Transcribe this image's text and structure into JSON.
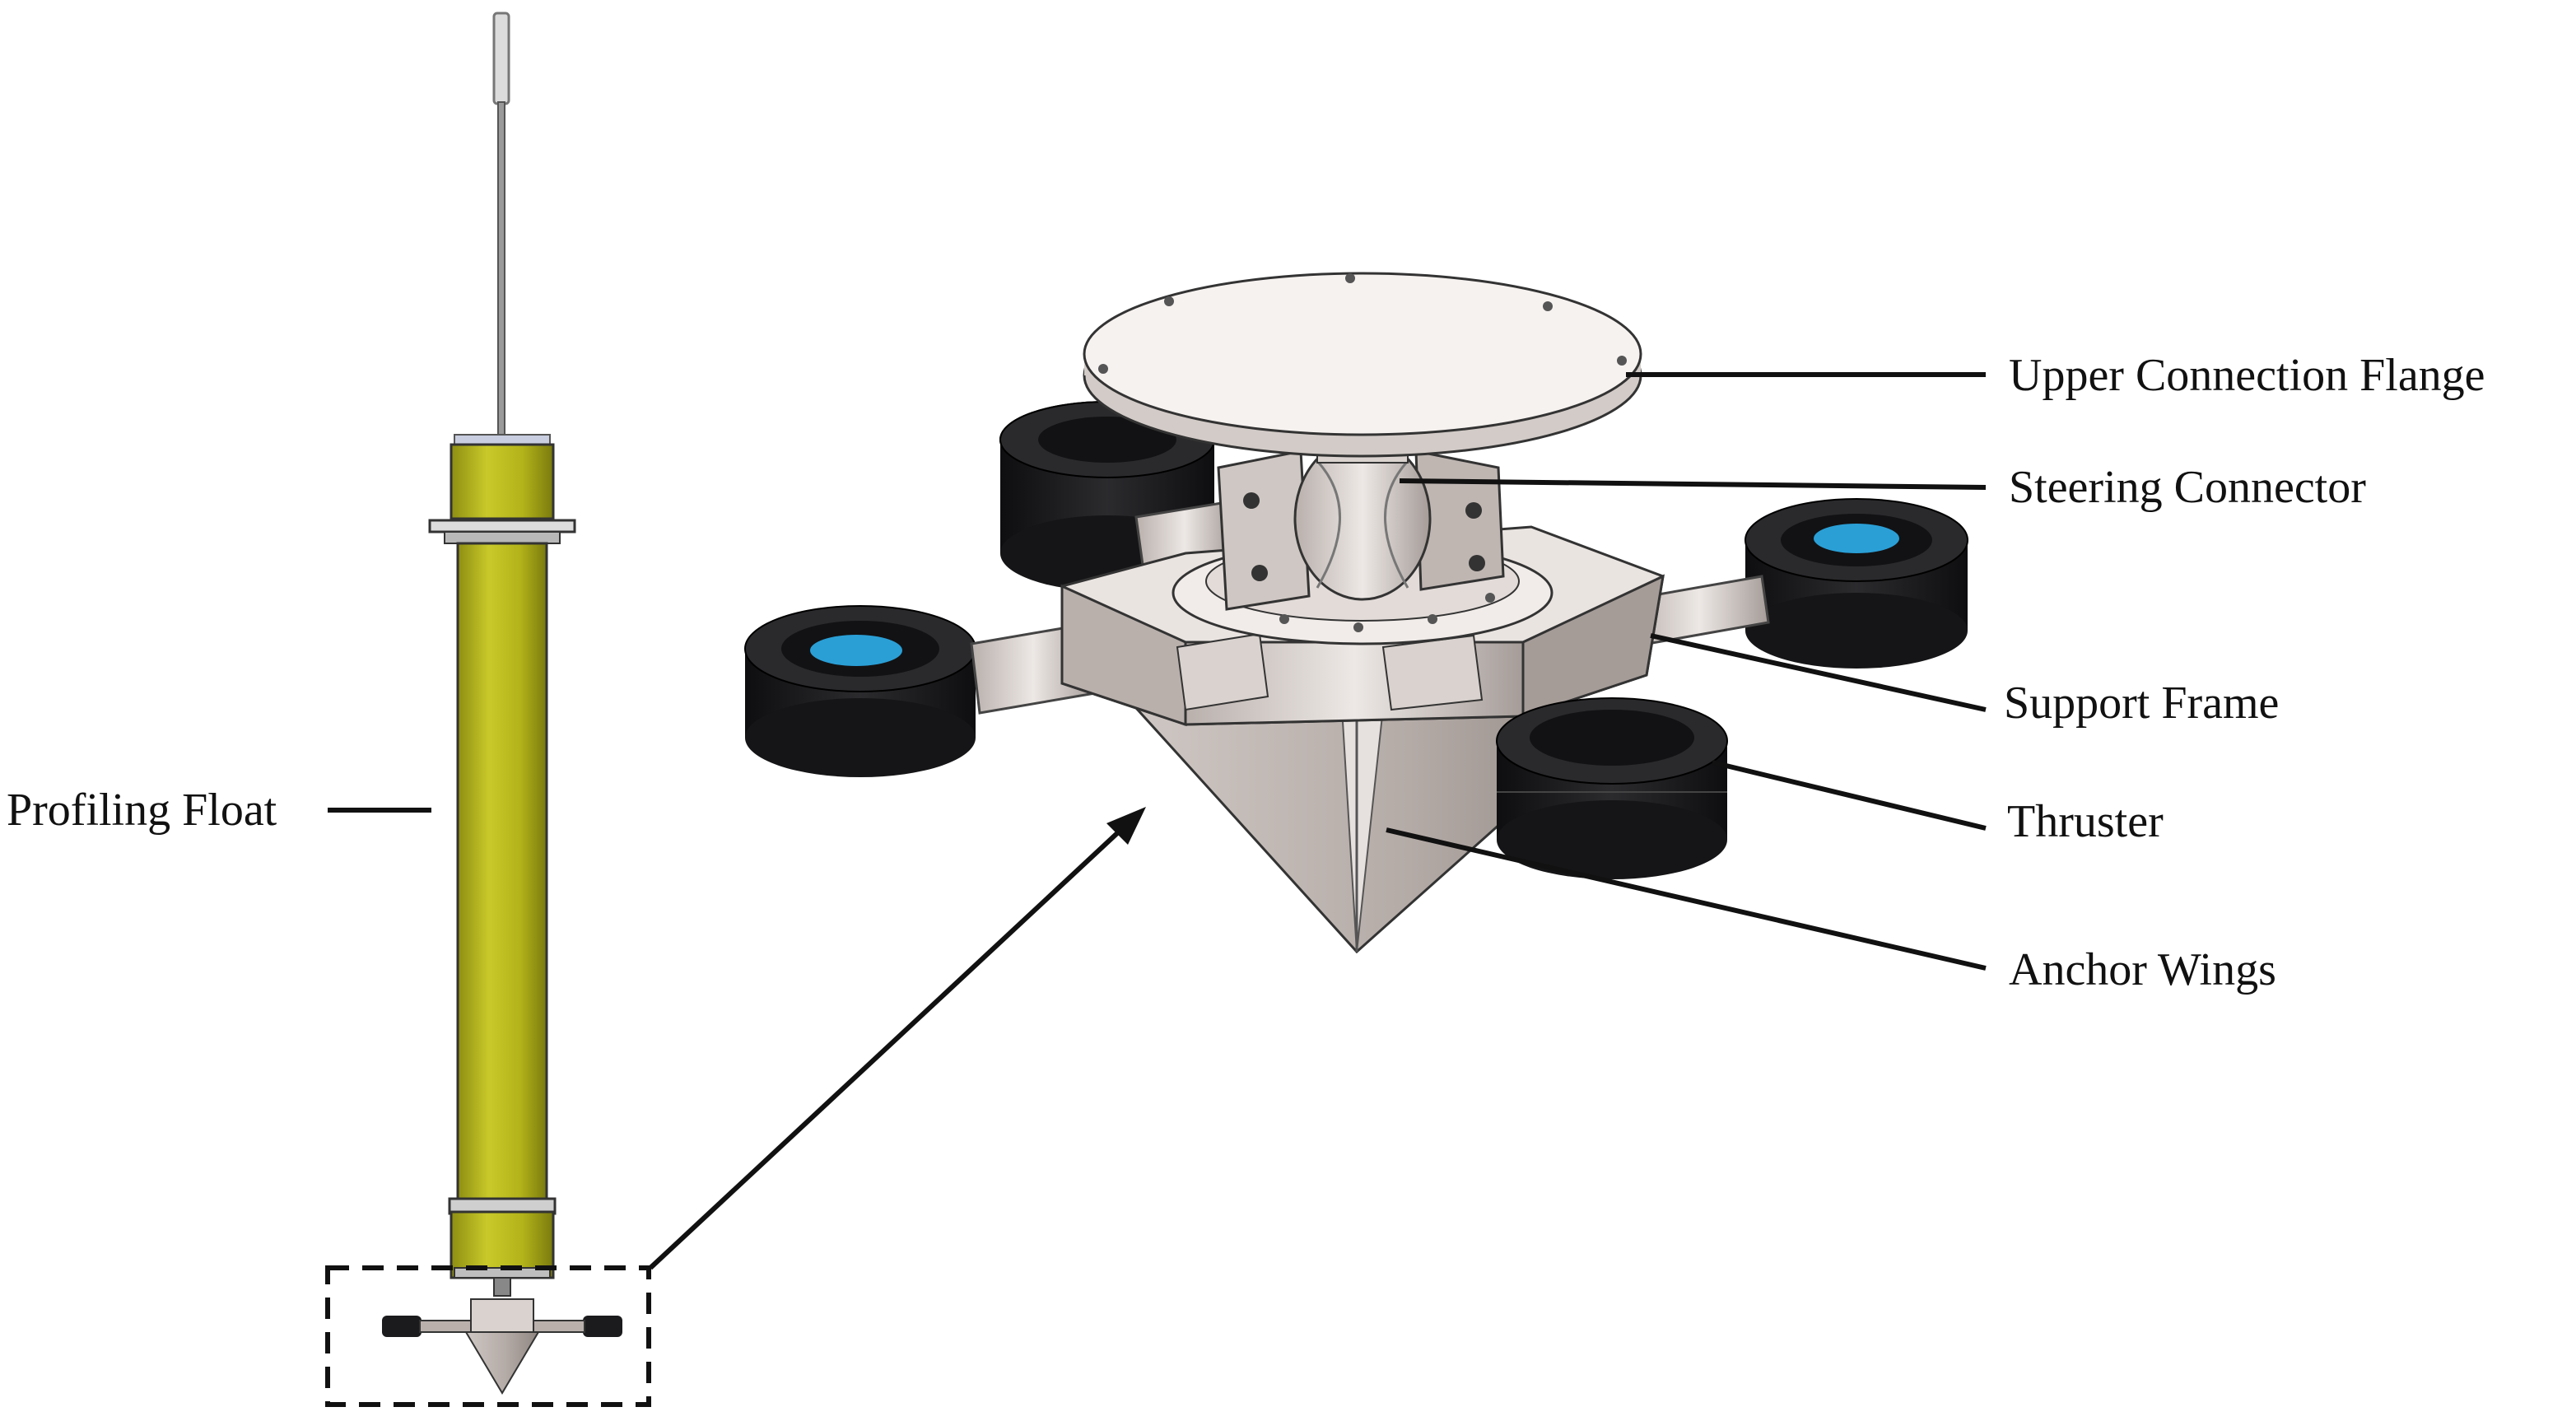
{
  "colors": {
    "float_body": "#B8B81C",
    "float_body_dark": "#8E8E12",
    "frame_metal": "#D9D2CE",
    "frame_shadow": "#A59C98",
    "thruster_body": "#1B1B1D",
    "thruster_blade": "#2A9FD6",
    "line": "#111111",
    "background": "#FFFFFF"
  },
  "labels": {
    "profiling_float": "Profiling Float",
    "upper_connection_flange": "Upper Connection Flange",
    "steering_connector": "Steering Connector",
    "support_frame": "Support Frame",
    "thruster": "Thruster",
    "anchor_wings": "Anchor Wings"
  }
}
